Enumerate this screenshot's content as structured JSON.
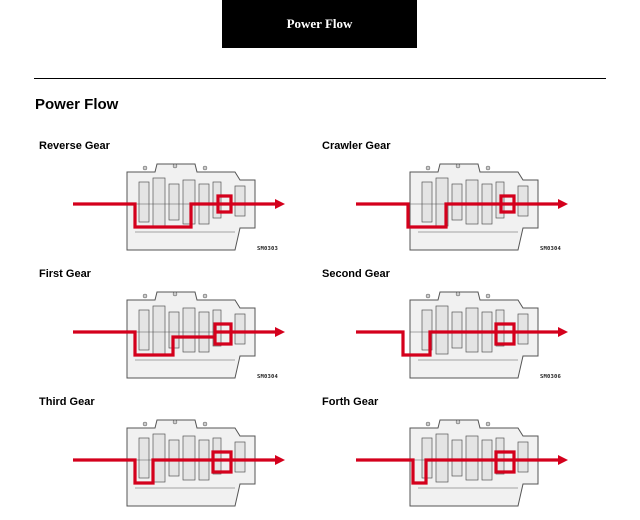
{
  "header": {
    "title": "Power Flow"
  },
  "page": {
    "heading": "Power Flow"
  },
  "panels": [
    {
      "label": "Reverse Gear",
      "code": "SM0303"
    },
    {
      "label": "Crawler Gear",
      "code": "SM0304"
    },
    {
      "label": "First Gear",
      "code": "SM0304"
    },
    {
      "label": "Second Gear",
      "code": "SM0306"
    },
    {
      "label": "Third Gear",
      "code": ""
    },
    {
      "label": "Forth Gear",
      "code": ""
    }
  ],
  "colors": {
    "flow": "#d4001c",
    "line": "#555555",
    "header_bg": "#000000"
  }
}
